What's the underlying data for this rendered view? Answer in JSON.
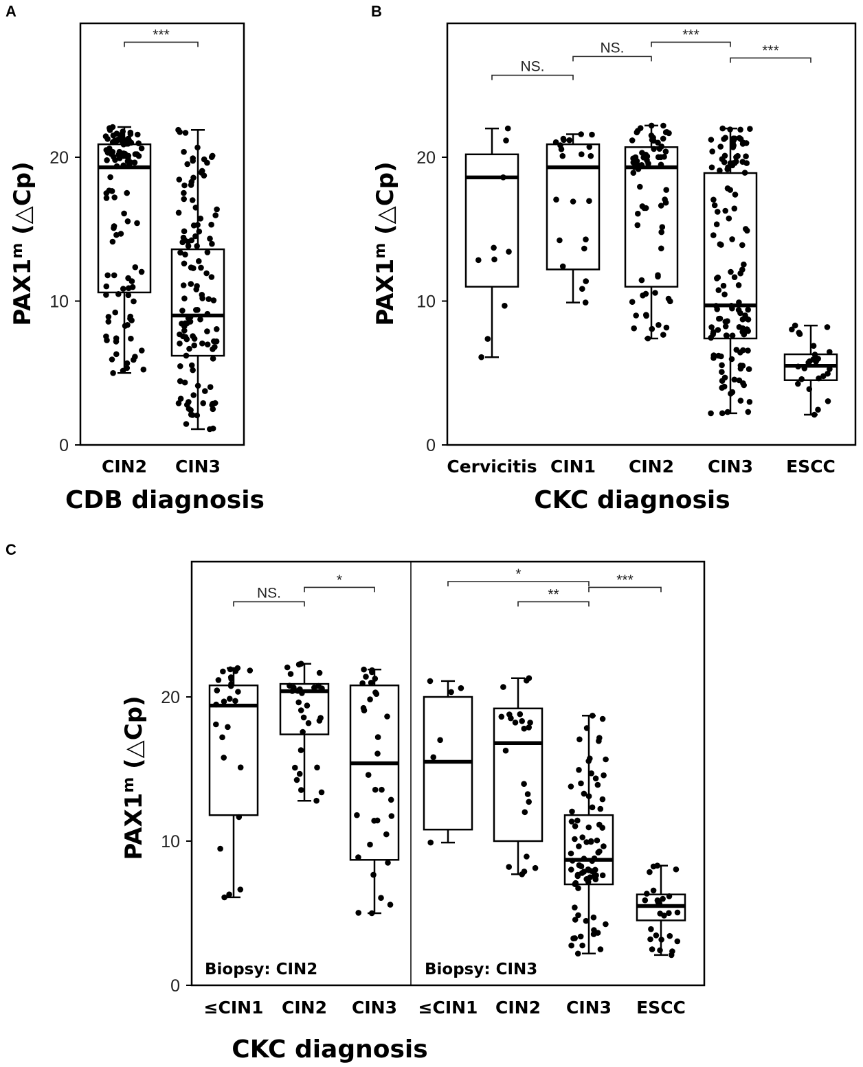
{
  "chart_data": [
    {
      "panel": "A",
      "type": "box",
      "xlabel": "CDB diagnosis",
      "ylabel": "PAX1m (△Cp)",
      "ylabel_main": "PAX1",
      "ylabel_sup": "m",
      "ylabel_rest": " (△Cp)",
      "yticks": [
        0,
        10,
        20
      ],
      "ylim": [
        0,
        29.5
      ],
      "categories": [
        "CIN2",
        "CIN3"
      ],
      "boxes": [
        {
          "category": "CIN2",
          "q1": 10.6,
          "median": 19.3,
          "q3": 20.9,
          "whisker_low": 5.0,
          "whisker_high": 22.1,
          "n_points": 110
        },
        {
          "category": "CIN3",
          "q1": 6.2,
          "median": 9.0,
          "q3": 13.6,
          "whisker_low": 1.1,
          "whisker_high": 21.9,
          "n_points": 120
        }
      ],
      "significance": [
        {
          "from": 0,
          "to": 1,
          "label": "***",
          "y": 28.0
        }
      ]
    },
    {
      "panel": "B",
      "type": "box",
      "xlabel": "CKC diagnosis",
      "ylabel": "PAX1m (△Cp)",
      "ylabel_main": "PAX1",
      "ylabel_sup": "m",
      "ylabel_rest": " (△Cp)",
      "yticks": [
        0,
        10,
        20
      ],
      "ylim": [
        0,
        29.5
      ],
      "categories": [
        "Cervicitis",
        "CIN1",
        "CIN2",
        "CIN3",
        "ESCC"
      ],
      "boxes": [
        {
          "category": "Cervicitis",
          "q1": 11.0,
          "median": 18.6,
          "q3": 20.2,
          "whisker_low": 6.1,
          "whisker_high": 22.0,
          "n_points": 10
        },
        {
          "category": "CIN1",
          "q1": 12.2,
          "median": 19.3,
          "q3": 20.9,
          "whisker_low": 9.9,
          "whisker_high": 21.6,
          "n_points": 22
        },
        {
          "category": "CIN2",
          "q1": 11.0,
          "median": 19.3,
          "q3": 20.7,
          "whisker_low": 7.4,
          "whisker_high": 22.2,
          "n_points": 70
        },
        {
          "category": "CIN3",
          "q1": 7.4,
          "median": 9.7,
          "q3": 18.9,
          "whisker_low": 2.2,
          "whisker_high": 22.0,
          "n_points": 130
        },
        {
          "category": "ESCC",
          "q1": 4.5,
          "median": 5.5,
          "q3": 6.3,
          "whisker_low": 2.1,
          "whisker_high": 8.3,
          "n_points": 26
        }
      ],
      "significance": [
        {
          "from": 0,
          "to": 1,
          "label": "NS.",
          "y": 25.7
        },
        {
          "from": 1,
          "to": 2,
          "label": "NS.",
          "y": 27.0
        },
        {
          "from": 2,
          "to": 3,
          "label": "***",
          "y": 28.0
        },
        {
          "from": 3,
          "to": 4,
          "label": "***",
          "y": 26.9
        }
      ]
    },
    {
      "panel": "C",
      "type": "box",
      "xlabel": "CKC diagnosis",
      "ylabel": "PAX1m (△Cp)",
      "ylabel_main": "PAX1",
      "ylabel_sup": "m",
      "ylabel_rest": " (△Cp)",
      "yticks": [
        0,
        10,
        20
      ],
      "ylim": [
        0,
        29.5
      ],
      "categories": [
        "≤CIN1",
        "CIN2",
        "CIN3",
        "≤CIN1",
        "CIN2",
        "CIN3",
        "ESCC"
      ],
      "facets": [
        {
          "label": "Biopsy: CIN2",
          "first": 0,
          "count": 3
        },
        {
          "label": "Biopsy: CIN3",
          "first": 3,
          "count": 4
        }
      ],
      "boxes": [
        {
          "category": "≤CIN1",
          "facet": "Biopsy: CIN2",
          "q1": 11.8,
          "median": 19.4,
          "q3": 20.8,
          "whisker_low": 6.1,
          "whisker_high": 22.0,
          "n_points": 26
        },
        {
          "category": "CIN2",
          "facet": "Biopsy: CIN2",
          "q1": 17.4,
          "median": 20.4,
          "q3": 20.9,
          "whisker_low": 12.8,
          "whisker_high": 22.3,
          "n_points": 30
        },
        {
          "category": "CIN3",
          "facet": "Biopsy: CIN2",
          "q1": 8.7,
          "median": 15.4,
          "q3": 20.8,
          "whisker_low": 5.0,
          "whisker_high": 21.9,
          "n_points": 32
        },
        {
          "category": "≤CIN1",
          "facet": "Biopsy: CIN3",
          "q1": 10.8,
          "median": 15.5,
          "q3": 20.0,
          "whisker_low": 9.9,
          "whisker_high": 21.1,
          "n_points": 6
        },
        {
          "category": "CIN2",
          "facet": "Biopsy: CIN3",
          "q1": 10.0,
          "median": 16.8,
          "q3": 19.2,
          "whisker_low": 7.7,
          "whisker_high": 21.3,
          "n_points": 22
        },
        {
          "category": "CIN3",
          "facet": "Biopsy: CIN3",
          "q1": 7.0,
          "median": 8.7,
          "q3": 11.8,
          "whisker_low": 2.2,
          "whisker_high": 18.7,
          "n_points": 80
        },
        {
          "category": "ESCC",
          "facet": "Biopsy: CIN3",
          "q1": 4.5,
          "median": 5.5,
          "q3": 6.3,
          "whisker_low": 2.1,
          "whisker_high": 8.3,
          "n_points": 26
        }
      ],
      "significance": [
        {
          "from": 0,
          "to": 1,
          "label": "NS.",
          "y": 26.6
        },
        {
          "from": 1,
          "to": 2,
          "label": "*",
          "y": 27.6
        },
        {
          "from": 3,
          "to": 5,
          "label": "*",
          "y": 28.0
        },
        {
          "from": 4,
          "to": 5,
          "label": "**",
          "y": 26.6
        },
        {
          "from": 5,
          "to": 6,
          "label": "***",
          "y": 27.6
        }
      ]
    }
  ]
}
